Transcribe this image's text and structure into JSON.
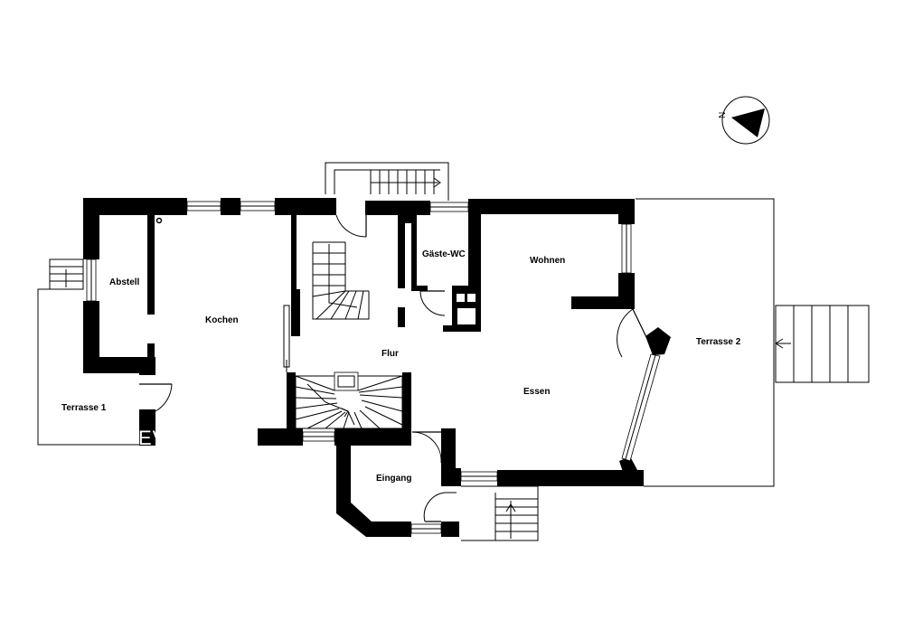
{
  "rooms": {
    "abstell": "Abstell",
    "kochen": "Kochen",
    "flur": "Flur",
    "gaeste_wc": "Gäste-WC",
    "wohnen": "Wohnen",
    "essen": "Essen",
    "eingang": "Eingang",
    "terrasse_1": "Terrasse 1",
    "terrasse_2": "Terrasse 2"
  },
  "compass": {
    "letter": "N"
  },
  "brand": {
    "logo_text": "EVERNEST"
  },
  "colors": {
    "wall": "#000000",
    "background": "#ffffff"
  }
}
